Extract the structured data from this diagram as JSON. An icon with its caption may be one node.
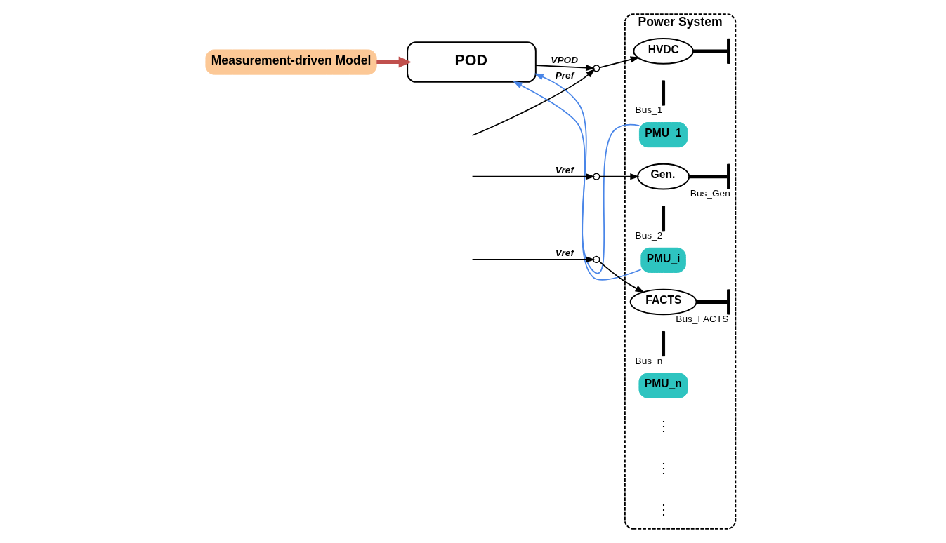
{
  "diagram": {
    "nodes": [
      {
        "text": [
          "Measurement-driven Model"
        ]
      },
      {
        "text": [
          "POD"
        ]
      },
      {
        "text": [
          "Power System"
        ]
      },
      {
        "text": [],
        "shape": "circle"
      },
      {
        "text": [
          "HVDC"
        ],
        "in": 2
      },
      {
        "text": [],
        "shape": "bar",
        "in": 2
      },
      {
        "text": [],
        "shape": "bar",
        "in": 2,
        "beside": [
          "Bus_1"
        ]
      },
      {
        "text": [
          "PMU_1"
        ],
        "in": 2
      },
      {
        "text": [],
        "shape": "circle"
      },
      {
        "text": [
          "Gen."
        ],
        "in": 2
      },
      {
        "text": [],
        "shape": "bar",
        "in": 2,
        "beside": [
          "Bus_Gen"
        ]
      },
      {
        "text": [],
        "shape": "bar",
        "in": 2,
        "beside": [
          "Bus_2"
        ]
      },
      {
        "text": [
          "PMU_i"
        ],
        "in": 2
      },
      {
        "text": [],
        "shape": "circle"
      },
      {
        "text": [
          "FACTS"
        ],
        "in": 2
      },
      {
        "text": [],
        "shape": "bar",
        "in": 2,
        "beside": [
          "Bus_FACTS"
        ]
      },
      {
        "text": [],
        "shape": "bar",
        "in": 2,
        "beside": [
          "Bus_n"
        ]
      },
      {
        "text": [
          "PMU_n"
        ],
        "in": 2
      }
    ],
    "edges": [
      {
        "from": 0,
        "to": 1,
        "arrow": "to",
        "style": "thick",
        "color": "#c0504d"
      },
      {
        "from": 1,
        "to": 3,
        "arrow": "to",
        "label": "VPOD"
      },
      {
        "from": null,
        "to": 3,
        "arrow": "to",
        "label": "Pref"
      },
      {
        "from": 3,
        "to": 4,
        "arrow": "to"
      },
      {
        "from": 4,
        "to": 5,
        "arrow": "none",
        "style": "thick"
      },
      {
        "from": 7,
        "to": 1,
        "arrow": "to",
        "color": "#4a86e8"
      },
      {
        "from": 12,
        "to": 1,
        "arrow": "to",
        "color": "#4a86e8"
      },
      {
        "from": null,
        "to": 8,
        "arrow": "to",
        "label": "Vref"
      },
      {
        "from": 8,
        "to": 9,
        "arrow": "to"
      },
      {
        "from": 9,
        "to": 10,
        "arrow": "none",
        "style": "thick"
      },
      {
        "from": null,
        "to": 13,
        "arrow": "to",
        "label": "Vref"
      },
      {
        "from": 13,
        "to": 14,
        "arrow": "to"
      },
      {
        "from": 14,
        "to": 15,
        "arrow": "none",
        "style": "thick"
      }
    ],
    "labels": [
      "⋮",
      "⋮",
      "⋮"
    ]
  }
}
